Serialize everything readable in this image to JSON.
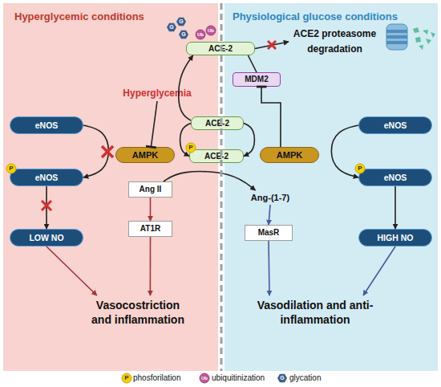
{
  "diagram": {
    "nodes": [
      {
        "text": [
          "Hyperglycemic conditions"
        ]
      },
      {
        "text": [
          "Physiological glucose conditions"
        ]
      },
      {
        "text": [
          "ACE-2"
        ]
      },
      {
        "text": [
          "ACE2 proteasome degradation"
        ],
        "in": 1
      },
      {
        "text": [
          "MDM2"
        ],
        "in": 1
      },
      {
        "text": [
          "ACE-2"
        ]
      },
      {
        "text": [
          "eNOS"
        ],
        "in": 0
      },
      {
        "text": [
          "AMPK"
        ],
        "in": 0
      },
      {
        "text": [
          "ACE-2"
        ]
      },
      {
        "text": [
          "AMPK"
        ],
        "in": 1
      },
      {
        "text": [
          "eNOS"
        ],
        "in": 1
      },
      {
        "text": [
          "Hyperglycemia"
        ],
        "in": 0
      },
      {
        "text": [
          "eNOS"
        ],
        "in": 0
      },
      {
        "text": [
          "eNOS"
        ],
        "in": 1
      },
      {
        "text": [
          "Ang II"
        ],
        "in": 0
      },
      {
        "text": [
          "Ang-(1-7)"
        ],
        "in": 1
      },
      {
        "text": [
          "AT1R"
        ],
        "in": 0
      },
      {
        "text": [
          "MasR"
        ],
        "in": 1
      },
      {
        "text": [
          "LOW NO"
        ],
        "in": 0
      },
      {
        "text": [
          "HIGH NO"
        ],
        "in": 1
      },
      {
        "text": [
          "Vasocostriction and inflammation"
        ],
        "in": 0
      },
      {
        "text": [
          "Vasodilation and anti-inflammation"
        ],
        "in": 1
      }
    ],
    "edges": [
      {
        "from": 2,
        "to": 3,
        "arrow": "to"
      },
      {
        "from": 4,
        "to": 2,
        "arrow": "none"
      },
      {
        "from": 9,
        "to": 4,
        "arrow": "to"
      },
      {
        "from": 5,
        "to": 2,
        "arrow": "to"
      },
      {
        "from": 5,
        "to": 8,
        "arrow": "to"
      },
      {
        "from": 5,
        "to": 8,
        "arrow": "to"
      },
      {
        "from": 11,
        "to": 7,
        "arrow": "to"
      },
      {
        "from": 6,
        "to": 12,
        "arrow": "to"
      },
      {
        "from": 10,
        "to": 13,
        "arrow": "to"
      },
      {
        "from": 12,
        "to": 18,
        "arrow": "to"
      },
      {
        "from": 13,
        "to": 19,
        "arrow": "to"
      },
      {
        "from": 14,
        "to": 15,
        "arrow": "to"
      },
      {
        "from": 14,
        "to": 16,
        "arrow": "to"
      },
      {
        "from": 15,
        "to": 17,
        "arrow": "to"
      },
      {
        "from": 16,
        "to": 20,
        "arrow": "to"
      },
      {
        "from": 17,
        "to": 21,
        "arrow": "to"
      },
      {
        "from": 18,
        "to": 20,
        "arrow": "to"
      },
      {
        "from": 19,
        "to": 21,
        "arrow": "to"
      }
    ],
    "labels": [
      "G",
      "G",
      "G",
      "Ub",
      "Ub",
      "P",
      "P",
      "P",
      "P",
      "Ub",
      "G"
    ],
    "legend": [
      {
        "text": "phosforilation"
      },
      {
        "text": "ubiquitinization"
      },
      {
        "text": "glycation"
      }
    ]
  }
}
